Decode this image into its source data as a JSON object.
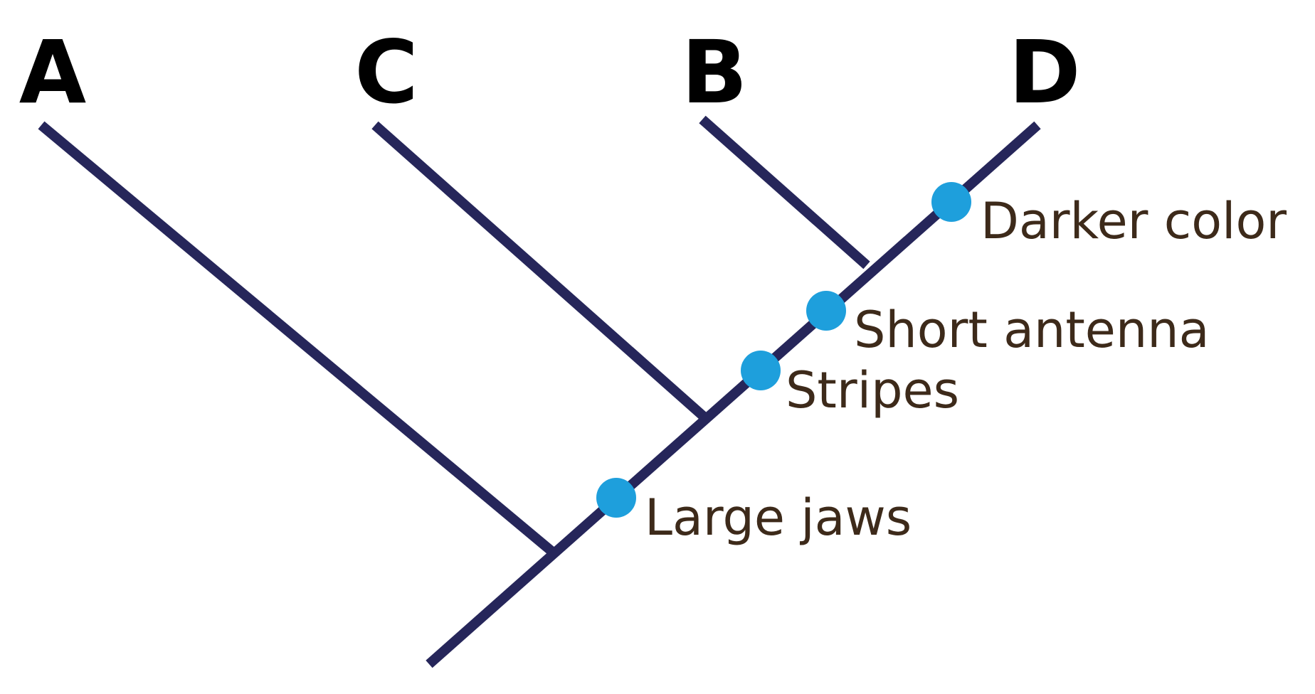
{
  "taxa": [
    {
      "id": "A",
      "label": "A"
    },
    {
      "id": "C",
      "label": "C"
    },
    {
      "id": "B",
      "label": "B"
    },
    {
      "id": "D",
      "label": "D"
    }
  ],
  "traits": [
    {
      "id": "large-jaws",
      "label": "Large jaws"
    },
    {
      "id": "stripes",
      "label": "Stripes"
    },
    {
      "id": "short-antenna",
      "label": "Short antenna"
    },
    {
      "id": "darker-color",
      "label": "Darker color"
    }
  ],
  "colors": {
    "branch": "#26265a",
    "marker": "#1e9fdc",
    "taxon_text": "#000000",
    "trait_text": "#3d2a1a"
  }
}
